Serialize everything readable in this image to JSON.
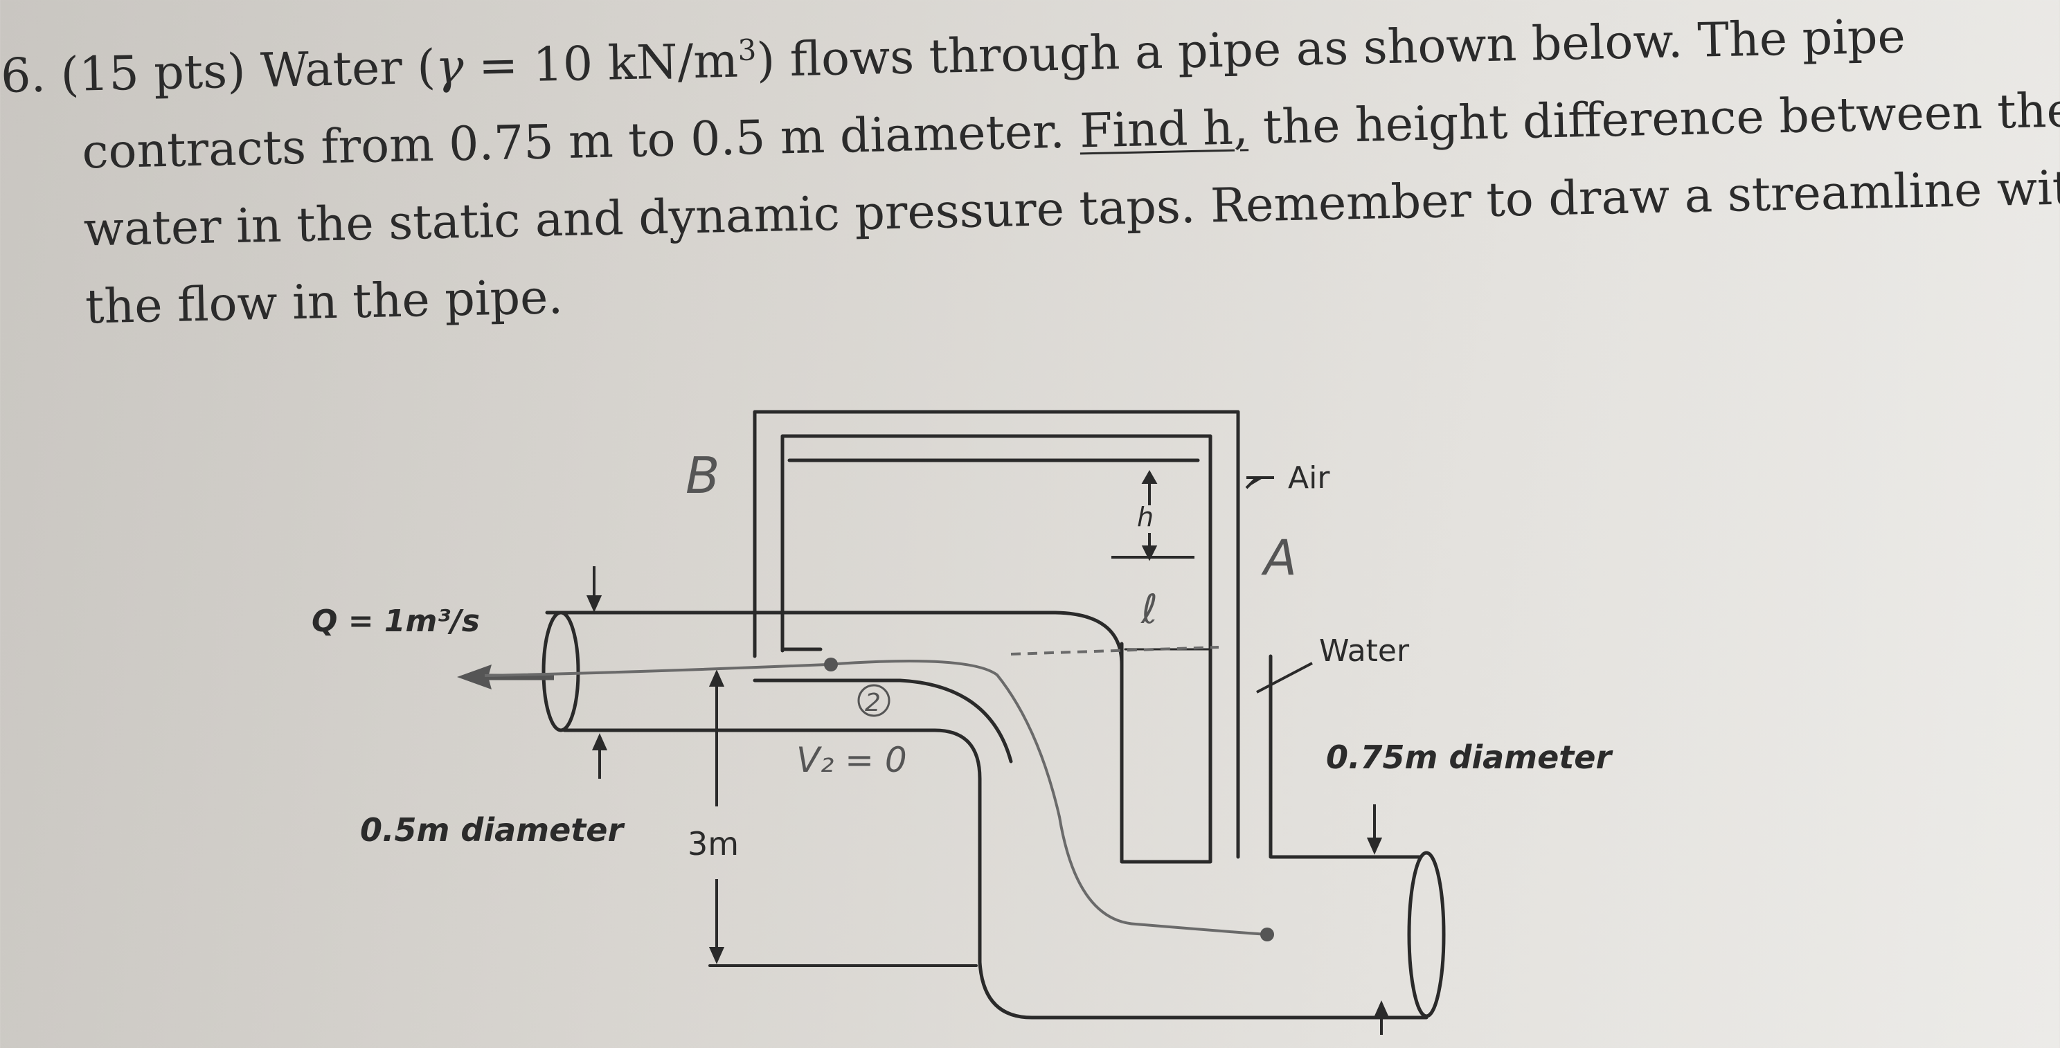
{
  "problem": {
    "number": "6.",
    "points": "(15 pts)",
    "line1_a": "Water (",
    "gamma_symbol": "γ",
    "line1_b": " = 10 kN/m",
    "line1_sup": "3",
    "line1_c": ") flows through a pipe as shown below. The pipe",
    "line2_a": "contracts from 0.75 m to 0.5 m diameter. ",
    "line2_underlined": "Find h,",
    "line2_b": " the height difference between the",
    "line3": "water in the static and dynamic pressure taps. Remember to draw a streamline within",
    "line4": "the flow in the pipe."
  },
  "diagram": {
    "flow_label": "Q = 1m³/s",
    "label_air": "Air",
    "label_water": "Water",
    "label_large_diameter": "0.75m diameter",
    "label_small_diameter": "0.5m diameter",
    "label_elevation": "3m",
    "label_h": "h",
    "handwritten_B": "B",
    "handwritten_A": "A",
    "handwritten_point2": "2",
    "handwritten_v2": "V₂ = 0",
    "handwritten_l": "ℓ"
  }
}
